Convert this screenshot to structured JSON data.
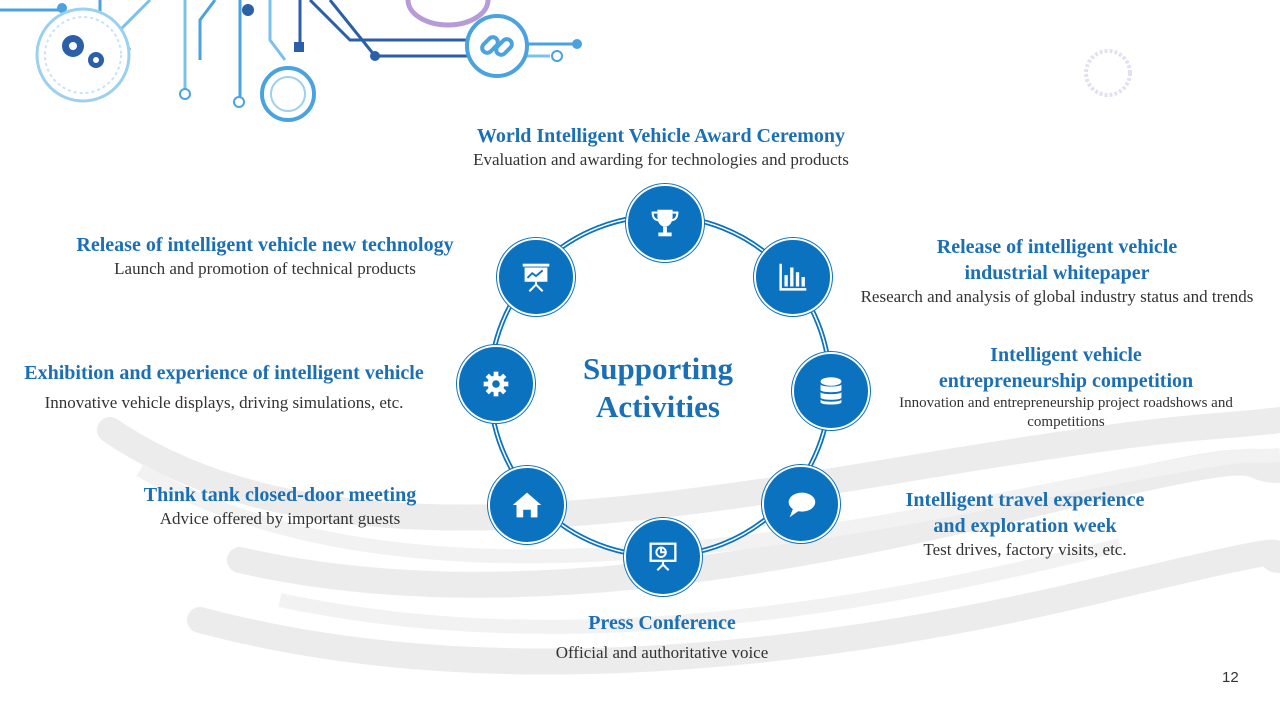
{
  "slide": {
    "center_title_line1": "Supporting",
    "center_title_line2": "Activities",
    "page_number": "12",
    "accent_color": "#0b72c0",
    "title_color": "#1a6fb5"
  },
  "activities": [
    {
      "title": "World Intelligent Vehicle Award Ceremony",
      "desc": "Evaluation and awarding for technologies and products",
      "icon": "trophy-icon"
    },
    {
      "title_line1": "Release of intelligent vehicle",
      "title_line2": "industrial whitepaper",
      "desc": "Research and analysis of global industry status and trends",
      "icon": "bar-chart-icon"
    },
    {
      "title_line1": "Intelligent vehicle",
      "title_line2": "entrepreneurship competition",
      "desc": "Innovation and entrepreneurship project roadshows and competitions",
      "icon": "database-icon"
    },
    {
      "title_line1": "Intelligent travel experience",
      "title_line2": "and exploration week",
      "desc": "Test drives, factory visits, etc.",
      "icon": "speech-bubble-icon"
    },
    {
      "title": "Press Conference",
      "desc": "Official and authoritative voice",
      "icon": "presentation-board-icon"
    },
    {
      "title": "Think tank closed-door meeting",
      "desc": "Advice offered by important guests",
      "icon": "home-icon"
    },
    {
      "title": "Exhibition and experience of intelligent vehicle",
      "desc": "Innovative vehicle displays, driving simulations, etc.",
      "icon": "gear-icon"
    },
    {
      "title": "Release of intelligent vehicle new technology",
      "desc": "Launch and promotion of technical products",
      "icon": "easel-chart-icon"
    }
  ]
}
